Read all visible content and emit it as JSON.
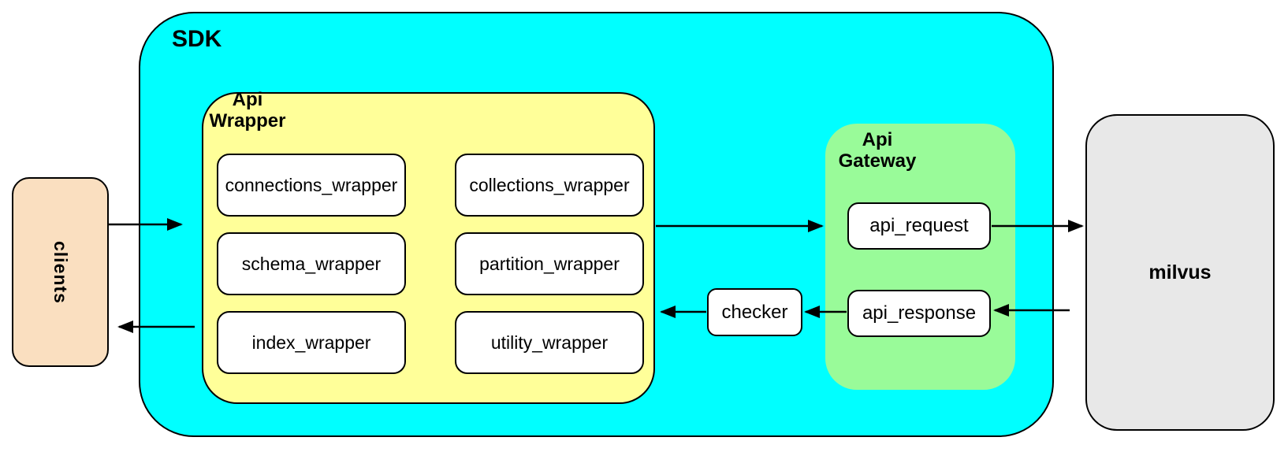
{
  "nodes": {
    "clients": {
      "label": "clients"
    },
    "sdk": {
      "label": "SDK"
    },
    "api_wrapper": {
      "label": "Api Wrapper"
    },
    "wrapper_boxes": [
      {
        "label": "connections_wrapper"
      },
      {
        "label": "collections_wrapper"
      },
      {
        "label": "schema_wrapper"
      },
      {
        "label": "partition_wrapper"
      },
      {
        "label": "index_wrapper"
      },
      {
        "label": "utility_wrapper"
      }
    ],
    "checker": {
      "label": "checker"
    },
    "api_gateway": {
      "label": "Api Gateway"
    },
    "api_request": {
      "label": "api_request"
    },
    "api_response": {
      "label": "api_response"
    },
    "milvus": {
      "label": "milvus"
    }
  },
  "palette": {
    "sdk_fill": "#00ffff",
    "api_wrapper_fill": "#ffff99",
    "api_gateway_fill": "#99fb99",
    "clients_fill": "#fadfc0",
    "milvus_fill": "#e8e8e8",
    "node_fill": "#ffffff",
    "stroke": "#000000"
  },
  "edges": [
    {
      "from": "clients",
      "to": "sdk",
      "direction": "right"
    },
    {
      "from": "sdk",
      "to": "clients",
      "direction": "left"
    },
    {
      "from": "api_wrapper",
      "to": "api_request",
      "direction": "right"
    },
    {
      "from": "api_request",
      "to": "milvus",
      "direction": "right"
    },
    {
      "from": "milvus",
      "to": "api_response",
      "direction": "left"
    },
    {
      "from": "api_response",
      "to": "checker",
      "direction": "left"
    },
    {
      "from": "checker",
      "to": "api_wrapper",
      "direction": "left"
    }
  ]
}
